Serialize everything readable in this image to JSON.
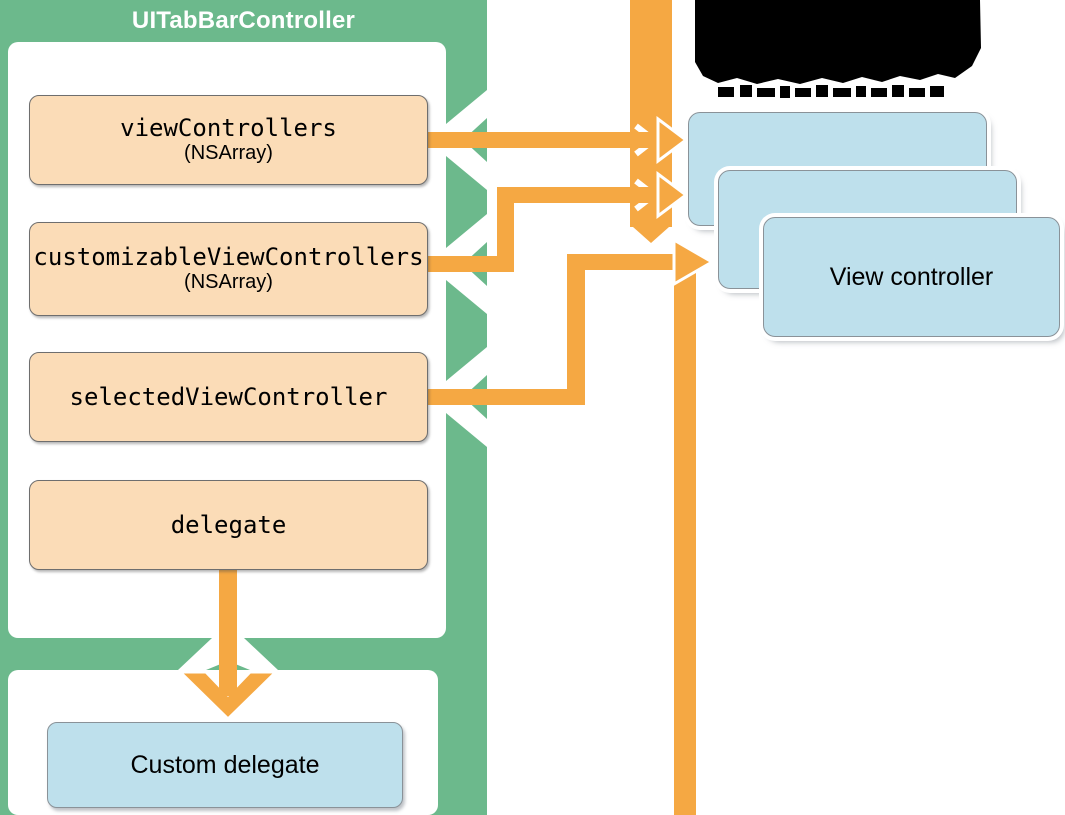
{
  "diagram": {
    "title": "UITabBarController",
    "properties": [
      {
        "name": "viewControllers",
        "type": "(NSArray)"
      },
      {
        "name": "customizableViewControllers",
        "type": "(NSArray)"
      },
      {
        "name": "selectedViewController",
        "type": ""
      },
      {
        "name": "delegate",
        "type": ""
      }
    ],
    "view_controller_stack": {
      "card_label": "View controller",
      "card_count": 3
    },
    "custom_delegate_label": "Custom delegate",
    "colors": {
      "container_green": "#6CB98C",
      "arrow_orange": "#F5A843",
      "property_box_fill": "#FBDCB7",
      "card_blue_fill": "#BEE0EC",
      "card_border_gray": "#8A9298",
      "redaction_black": "#000000",
      "background": "#FFFFFF"
    }
  }
}
